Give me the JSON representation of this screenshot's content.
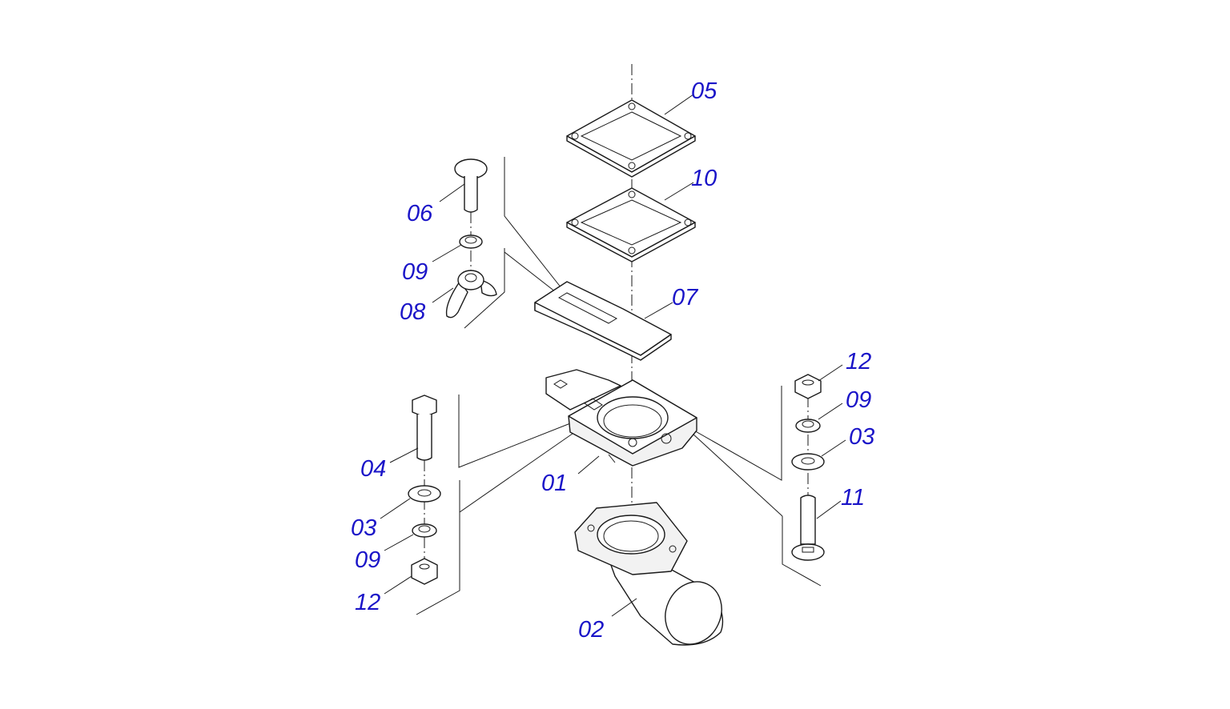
{
  "diagram": {
    "type": "exploded-parts-view",
    "label_color": "#1a14c8",
    "line_color": "#1a1a1a",
    "part_labels": {
      "p01": "01",
      "p02": "02",
      "p03_left": "03",
      "p03_right": "03",
      "p04": "04",
      "p05": "05",
      "p06": "06",
      "p07": "07",
      "p08": "08",
      "p09_left_top": "09",
      "p09_left_bottom": "09",
      "p09_right": "09",
      "p10": "10",
      "p11": "11",
      "p12_left": "12",
      "p12_right": "12"
    }
  }
}
